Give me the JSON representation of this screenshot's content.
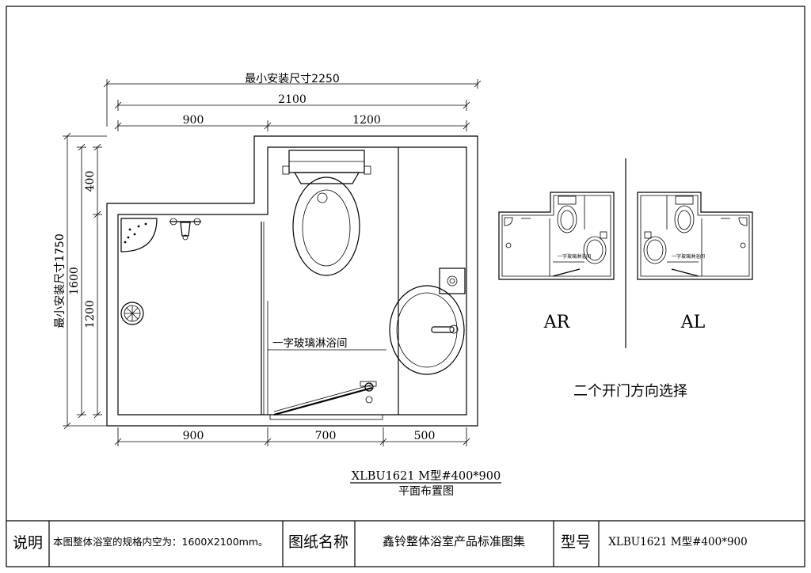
{
  "plan": {
    "dims_top": {
      "min_install": "最小安装尺寸2250",
      "overall": "2100",
      "left": "900",
      "right": "1200"
    },
    "dims_left": {
      "min_install": "最小安装尺寸1750",
      "overall": "1600",
      "top": "400",
      "bottom": "1200"
    },
    "dims_bottom": {
      "a": "900",
      "b": "700",
      "c": "500"
    },
    "shower_label": "一字玻璃淋浴间",
    "model_title": "XLBU1621 M型#400*900",
    "subtitle": "平面布置图"
  },
  "variants": {
    "ar_label": "AR",
    "al_label": "AL",
    "note": "二个开门方向选择",
    "ar_glass_label": "一字玻璃淋浴间",
    "al_glass_label": "一字玻璃淋浴间"
  },
  "title_block": {
    "desc_label": "说明",
    "desc_text": "本图整体浴室的规格内空为：1600X2100mm。",
    "drawing_name_label": "图纸名称",
    "drawing_name": "鑫铃整体浴室产品标准图集",
    "model_label": "型号",
    "model_value": "XLBU1621 M型#400*900"
  }
}
